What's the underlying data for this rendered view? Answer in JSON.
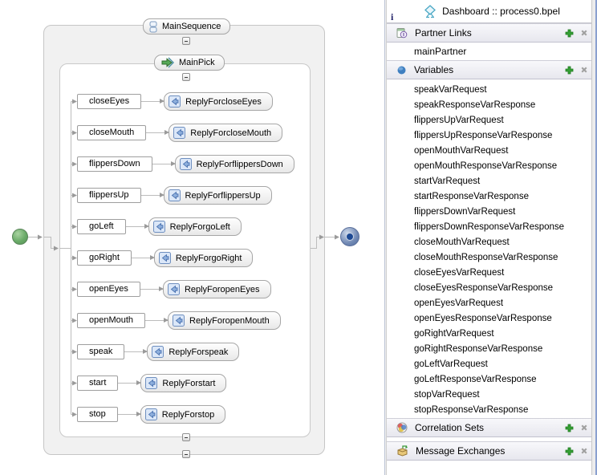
{
  "diagram": {
    "sequence_label": "MainSequence",
    "pick_label": "MainPick",
    "rows": [
      {
        "branch": "closeEyes",
        "reply": "ReplyForcloseEyes"
      },
      {
        "branch": "closeMouth",
        "reply": "ReplyForcloseMouth"
      },
      {
        "branch": "flippersDown",
        "reply": "ReplyForflippersDown"
      },
      {
        "branch": "flippersUp",
        "reply": "ReplyForflippersUp"
      },
      {
        "branch": "goLeft",
        "reply": "ReplyForgoLeft"
      },
      {
        "branch": "goRight",
        "reply": "ReplyForgoRight"
      },
      {
        "branch": "openEyes",
        "reply": "ReplyForopenEyes"
      },
      {
        "branch": "openMouth",
        "reply": "ReplyForopenMouth"
      },
      {
        "branch": "speak",
        "reply": "ReplyForspeak"
      },
      {
        "branch": "start",
        "reply": "ReplyForstart"
      },
      {
        "branch": "stop",
        "reply": "ReplyForstop"
      }
    ]
  },
  "panel": {
    "title": "Dashboard :: process0.bpel",
    "info_glyph": "i",
    "sections": {
      "partner_links": {
        "label": "Partner Links",
        "items": [
          "mainPartner"
        ]
      },
      "variables": {
        "label": "Variables",
        "items": [
          "speakVarRequest",
          "speakResponseVarResponse",
          "flippersUpVarRequest",
          "flippersUpResponseVarResponse",
          "openMouthVarRequest",
          "openMouthResponseVarResponse",
          "startVarRequest",
          "startResponseVarResponse",
          "flippersDownVarRequest",
          "flippersDownResponseVarResponse",
          "closeMouthVarRequest",
          "closeMouthResponseVarResponse",
          "closeEyesVarRequest",
          "closeEyesResponseVarResponse",
          "openEyesVarRequest",
          "openEyesResponseVarResponse",
          "goRightVarRequest",
          "goRightResponseVarResponse",
          "goLeftVarRequest",
          "goLeftResponseVarResponse",
          "stopVarRequest",
          "stopResponseVarResponse"
        ]
      },
      "correlation_sets": {
        "label": "Correlation Sets"
      },
      "message_exchanges": {
        "label": "Message Exchanges"
      }
    },
    "icons": {
      "add-icon": "green plus cross",
      "delete-icon": "gray x cross",
      "process-icon": "cyan diamond with legs",
      "partner-links-icon": "document with circled i",
      "variables-icon": "blue sphere",
      "correlation-sets-icon": "red-yellow-blue venn ball",
      "message-exchanges-icon": "tan box with green arrow",
      "sequence-icon": "stacked blue chain links",
      "pick-icon": "green right arrow",
      "reply-icon": "blue left arrow in square"
    },
    "colors": {
      "add_green": "#35a035",
      "delete_gray": "#a0a0a0",
      "edge_blue": "#8aa0cf"
    }
  }
}
